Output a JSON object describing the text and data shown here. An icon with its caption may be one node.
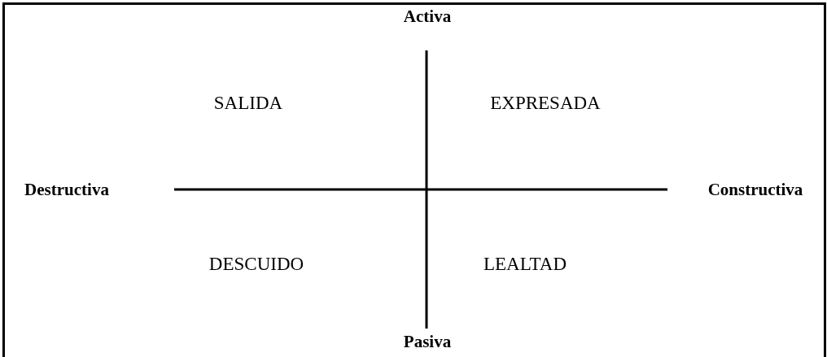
{
  "diagram": {
    "labels": [
      "Activa",
      "SALIDA",
      "EXPRESADA",
      "Destructiva",
      "Constructiva",
      "DESCUIDO",
      "LEALTAD",
      "Pasiva"
    ]
  }
}
